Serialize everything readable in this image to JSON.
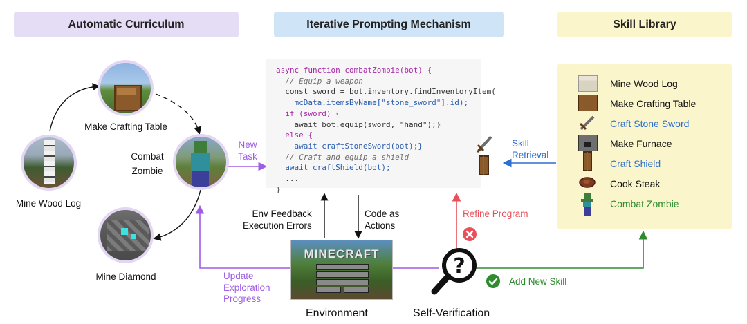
{
  "headers": {
    "curriculum": "Automatic Curriculum",
    "prompting": "Iterative Prompting Mechanism",
    "library": "Skill Library"
  },
  "curriculum": {
    "nodes": {
      "wood": "Mine Wood Log",
      "table": "Make Crafting Table",
      "zombie": "Combat\nZombie",
      "diamond": "Mine Diamond"
    }
  },
  "labels": {
    "new_task": "New\nTask",
    "env_feedback": "Env Feedback\nExecution Errors",
    "code_actions": "Code as\nActions",
    "refine": "Refine Program",
    "skill_retrieval": "Skill\nRetrieval",
    "update": "Update\nExploration\nProgress",
    "add_skill": "Add New Skill",
    "environment": "Environment",
    "self_verification": "Self-Verification"
  },
  "code_lines": [
    "async function combatZombie(bot) {",
    "  // Equip a weapon",
    "  const sword = bot.inventory.findInventoryItem(",
    "    mcData.itemsByName[\"stone_sword\"].id);",
    "  if (sword) {",
    "    await bot.equip(sword, \"hand\");}",
    "  else {",
    "    await craftStoneSword(bot);}",
    "  // Craft and equip a shield",
    "  await craftShield(bot);",
    "  ...",
    "}"
  ],
  "skill_library": [
    {
      "label": "Mine Wood  Log",
      "icon": "wood-log-icon",
      "color": "#111111"
    },
    {
      "label": "Make Crafting Table",
      "icon": "crafting-table-icon",
      "color": "#111111"
    },
    {
      "label": "Craft Stone Sword",
      "icon": "stone-sword-icon",
      "color": "#2f6fcf"
    },
    {
      "label": "Make Furnace",
      "icon": "furnace-icon",
      "color": "#111111"
    },
    {
      "label": "Craft Shield",
      "icon": "shield-icon",
      "color": "#2f6fcf"
    },
    {
      "label": "Cook Steak",
      "icon": "steak-icon",
      "color": "#111111"
    },
    {
      "label": "Combat Zombie",
      "icon": "zombie-icon",
      "color": "#2e8b2e"
    }
  ],
  "minecraft_logo": "MINECRAFT",
  "colors": {
    "purple": "#a05ce6",
    "blue": "#2f6fcf",
    "red": "#e8505b",
    "green": "#2e8b2e",
    "curriculum_bg": "#e5dcf5",
    "prompting_bg": "#cfe4f7",
    "library_bg": "#fbf5cc"
  }
}
